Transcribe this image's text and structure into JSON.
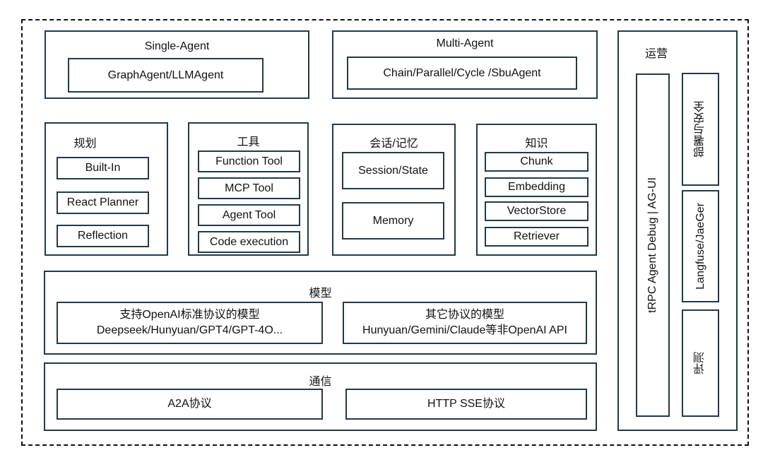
{
  "single_agent": {
    "title": "Single-Agent",
    "item": "GraphAgent/LLMAgent"
  },
  "multi_agent": {
    "title": "Multi-Agent",
    "item": "Chain/Parallel/Cycle /SbuAgent"
  },
  "planning": {
    "title": "规划",
    "items": [
      "Built-In",
      "React Planner",
      "Reflection"
    ]
  },
  "tools": {
    "title": "工具",
    "items": [
      "Function Tool",
      "MCP Tool",
      "Agent Tool",
      "Code execution"
    ]
  },
  "session": {
    "title": "会话/记忆",
    "items": [
      "Session/State",
      "Memory"
    ]
  },
  "knowledge": {
    "title": "知识",
    "items": [
      "Chunk",
      "Embedding",
      "VectorStore",
      "Retriever"
    ]
  },
  "model": {
    "title": "模型",
    "left": {
      "line1": "支持OpenAI标准协议的模型",
      "line2": "Deepseek/Hunyuan/GPT4/GPT-4O..."
    },
    "right": {
      "line1": "其它协议的模型",
      "line2": "Hunyuan/Gemini/Claude等非OpenAI API"
    }
  },
  "comm": {
    "title": "通信",
    "left": "A2A协议",
    "right": "HTTP SSE协议"
  },
  "ops": {
    "title": "运营",
    "debug": "tRPC Agent Debug | AG-UI",
    "deploy": "部署与安全",
    "trace": "Langfuse/JaeGer",
    "eval": "评测"
  }
}
